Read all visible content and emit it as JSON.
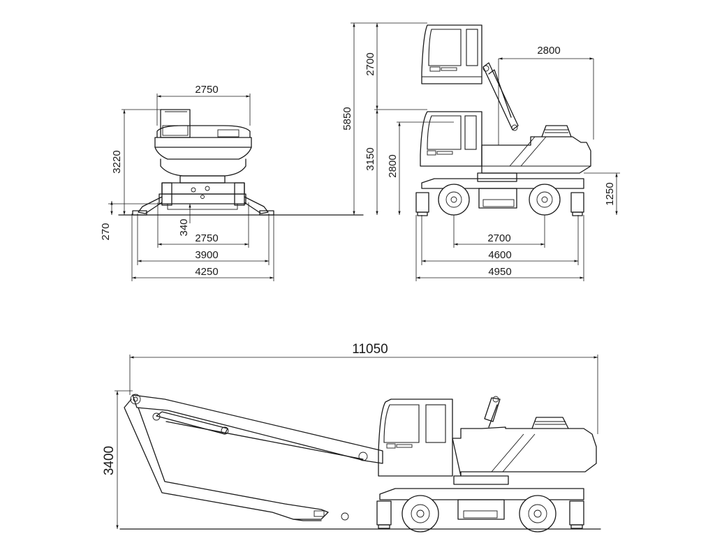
{
  "dimensions": {
    "front_top_width": "2750",
    "front_height": "3220",
    "front_ground_clearance": "270",
    "front_lower_clearance": "340",
    "front_track": "2750",
    "front_outrigger_width": "3900",
    "front_overall_width": "4250",
    "side_raised_cab_lift": "2700",
    "side_total_height": "5850",
    "side_cab_height": "3150",
    "side_eye_height": "2800",
    "side_tail_radius": "2800",
    "side_chassis_height": "1250",
    "side_wheelbase": "2700",
    "side_outrigger_span": "4600",
    "side_overall_length": "4950",
    "boom_total_length": "11050",
    "boom_height": "3400"
  }
}
